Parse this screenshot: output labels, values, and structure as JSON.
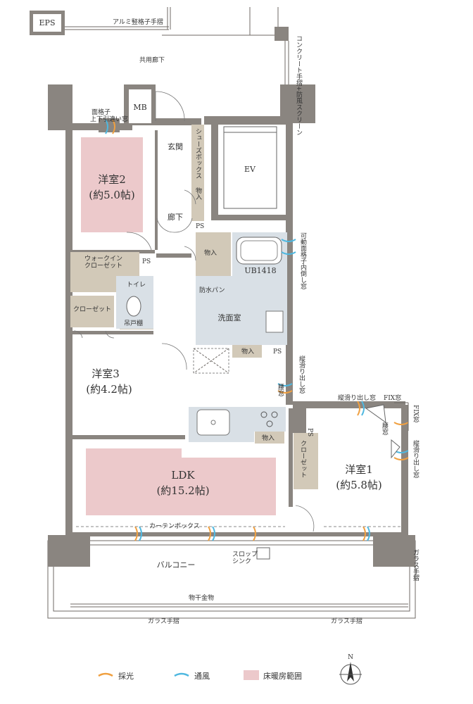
{
  "rooms": {
    "eps": "EPS",
    "mb": "MB",
    "ev": "EV",
    "genkan": "玄関",
    "roka": "廊下",
    "shoebox": "シューズボックス",
    "mono": "物入",
    "ps": "PS",
    "bedroom2_name": "洋室2",
    "bedroom2_size": "(約5.0帖)",
    "bedroom3_name": "洋室3",
    "bedroom3_size": "(約4.2帖)",
    "bedroom1_name": "洋室1",
    "bedroom1_size": "(約5.8帖)",
    "ldk_name": "LDK",
    "ldk_size": "(約15.2帖)",
    "walkin": "ウォークイン\nクローゼット",
    "closet": "クローゼット",
    "toilet": "トイレ",
    "tsuritodana": "吊戸棚",
    "ub": "UB1418",
    "bouspan": "防水パン",
    "senmen": "洗面室",
    "balcony": "バルコニー",
    "slop_sink": "スロップ\nシンク",
    "curtain_box": "カーテンボックス",
    "monohoshi": "物干金物"
  },
  "annotations": {
    "aluminum_rail": "アルミ竪格子手摺",
    "concrete_rail": "コンクリート手摺\n+防風スクリーン",
    "common_corridor": "共用廊下",
    "face_lattice": "面格子",
    "sliding_window": "上下引違い窓",
    "movable_lattice": "可動面格子\n内倒し窓",
    "vertical_slide_window": "縦滑り出し窓",
    "koshimado": "腰窓",
    "fix_window": "FIX窓",
    "glass_rail": "ガラス手摺"
  },
  "legend": {
    "light_label": "採光",
    "air_label": "通風",
    "heat_label": "床暖房範囲",
    "light_color": "#f0a040",
    "air_color": "#4fb8e0",
    "heat_color": "#ecc9cb",
    "north": "N"
  }
}
